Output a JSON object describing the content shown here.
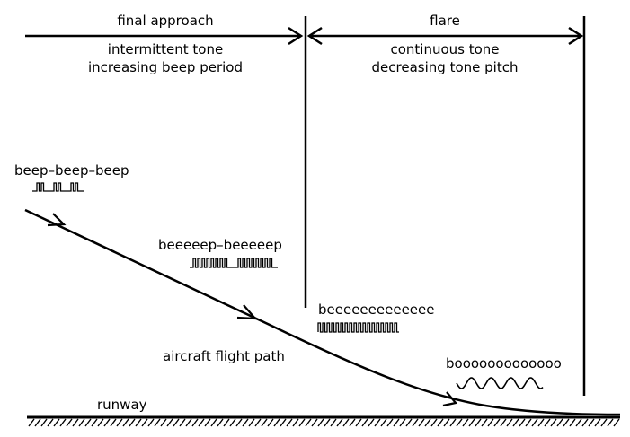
{
  "phases": {
    "final_approach": {
      "title": "final approach",
      "line1": "intermittent tone",
      "line2": "increasing beep period"
    },
    "flare": {
      "title": "flare",
      "line1": "continuous tone",
      "line2": "decreasing tone pitch"
    }
  },
  "sounds": {
    "beep": "beep–beep–beep",
    "beeeeep": "beeeeep–beeeeep",
    "beeeee": "beeeeeeeeeeeee",
    "booooo": "booooooooooooo"
  },
  "labels": {
    "flight_path": "aircraft flight path",
    "runway": "runway"
  },
  "colors": {
    "ink": "#000000",
    "background": "#ffffff"
  }
}
